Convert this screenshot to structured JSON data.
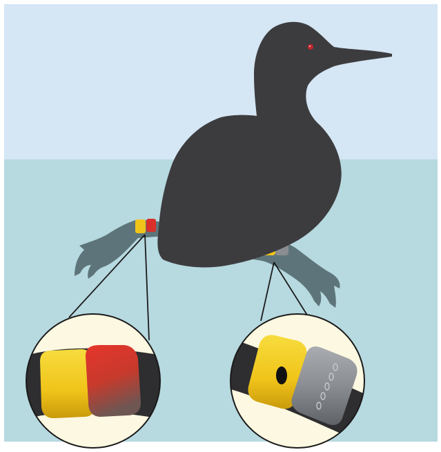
{
  "illustration": {
    "subject": "common-loon",
    "colors": {
      "sky": "#d5e6f4",
      "water": "#b7d9e0",
      "bird_body": "#3c3c3e",
      "bird_eye": "#c0262d",
      "legs": "#5d757a",
      "band_yellow": "#f0c419",
      "band_red": "#d9302a",
      "band_silver": "#8a8d91",
      "inset_background": "#fdf8e1",
      "leader_lines": "#1a1a1a"
    },
    "left_leg_bands": [
      "yellow",
      "red"
    ],
    "right_leg_bands": [
      "yellow-with-black-dot",
      "silver"
    ],
    "insets": [
      {
        "name": "left-leg-zoom",
        "shows": [
          "yellow",
          "red"
        ]
      },
      {
        "name": "right-leg-zoom",
        "shows": [
          "yellow-with-black-dot",
          "silver"
        ]
      }
    ]
  }
}
